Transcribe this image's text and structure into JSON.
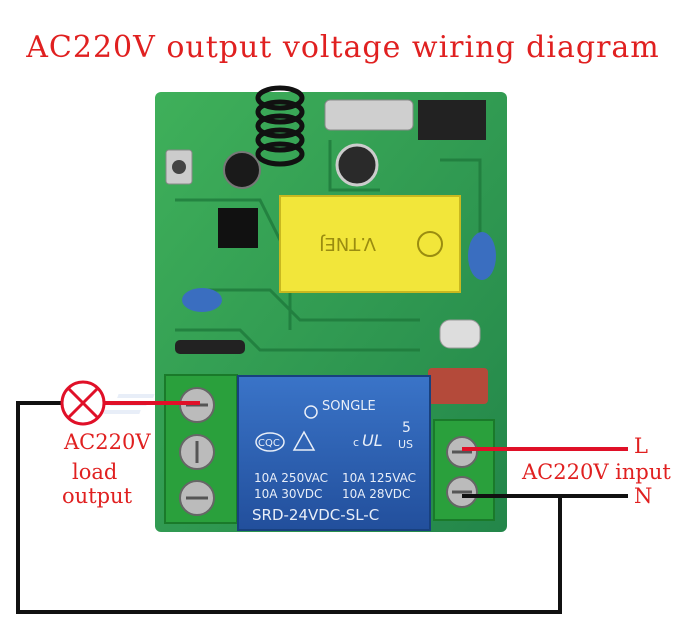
{
  "title": "AC220V output voltage wiring diagram",
  "load_label": {
    "line1": "AC220V",
    "line2": "load",
    "line3": "output"
  },
  "input_label": "AC220V input",
  "terminal_L": "L",
  "terminal_N": "N",
  "relay": {
    "brand": "SONGLE",
    "rating_left_1": "10A 250VAC",
    "rating_right_1": "10A 125VAC",
    "rating_left_2": "10A  30VDC",
    "rating_right_2": "10A  28VDC",
    "model": "SRD-24VDC-SL-C",
    "cert_cqc": "CQC",
    "cert_ul_c": "c",
    "cert_ul_us": "US",
    "cert_num": "5"
  },
  "module_print": "V.TNEJ",
  "colors": {
    "wire_red": "#e01028",
    "wire_black": "#111111",
    "pcb": "#2e9e4a",
    "relay": "#2a5fb0",
    "terminal": "#2aa03c"
  }
}
